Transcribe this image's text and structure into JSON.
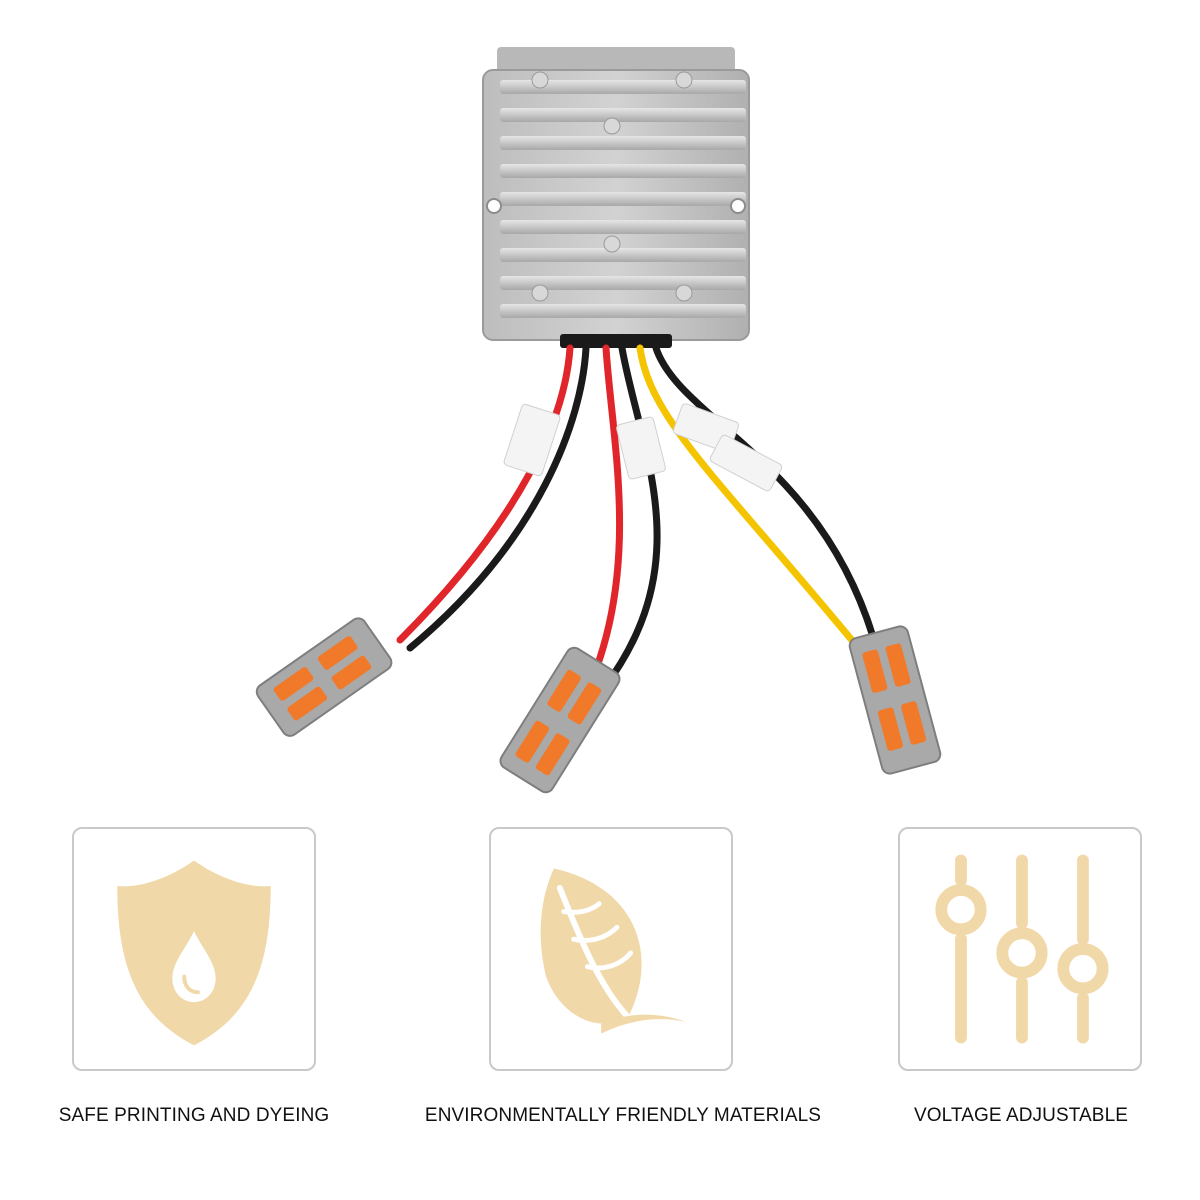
{
  "colors": {
    "icon_fill": "#f1d8a8",
    "card_border": "#c9c9c9",
    "label_text": "#111111",
    "heatsink": "#c4c4c4",
    "wire_red": "#e0262b",
    "wire_black": "#1a1a1a",
    "wire_yellow": "#f5c400",
    "connector_gray": "#a9a9a9",
    "lever_orange": "#f07a2a"
  },
  "product": {
    "icon": "dc-converter-heatsink-illustration"
  },
  "features": [
    {
      "icon": "shield-drop-icon",
      "label": "SAFE PRINTING AND DYEING"
    },
    {
      "icon": "leaf-icon",
      "label": "ENVIRONMENTALLY FRIENDLY MATERIALS"
    },
    {
      "icon": "sliders-icon",
      "label": "VOLTAGE ADJUSTABLE"
    }
  ]
}
